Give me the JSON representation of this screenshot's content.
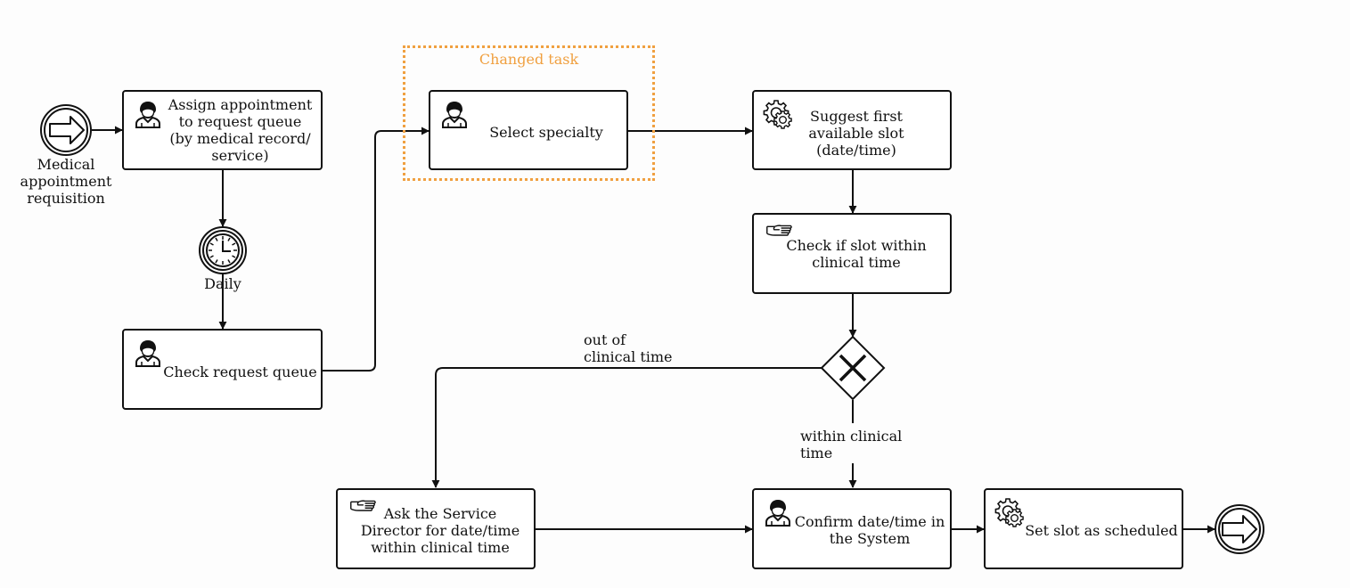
{
  "highlight": {
    "label": "Changed task",
    "color": "#f0a040"
  },
  "start_event": {
    "label": "Medical\nappointment\nrequisition",
    "icon": "arrow-right-icon"
  },
  "timer_event": {
    "label": "Daily",
    "icon": "clock-icon"
  },
  "end_event": {
    "icon": "arrow-right-icon"
  },
  "tasks": {
    "assign_queue": {
      "label": "Assign appointment\nto request queue\n(by medical record/\nservice)",
      "type": "user",
      "icon": "user-icon"
    },
    "check_queue": {
      "label": "Check request queue",
      "type": "user",
      "icon": "user-icon"
    },
    "select_specialty": {
      "label": "Select specialty",
      "type": "user",
      "icon": "user-icon"
    },
    "suggest_slot": {
      "label": "Suggest first\navailable slot\n(date/time)",
      "type": "service",
      "icon": "gear-icon"
    },
    "check_slot": {
      "label": "Check if slot within\nclinical time",
      "type": "manual",
      "icon": "hand-icon"
    },
    "ask_director": {
      "label": "Ask the Service\nDirector for date/time\nwithin clinical time",
      "type": "manual",
      "icon": "hand-icon"
    },
    "confirm_datetime": {
      "label": "Confirm date/time in\nthe System",
      "type": "user",
      "icon": "user-icon"
    },
    "set_scheduled": {
      "label": "Set slot as scheduled",
      "type": "service",
      "icon": "gear-icon"
    }
  },
  "gateway": {
    "type": "exclusive",
    "icon": "x-icon",
    "out_label": "out of\nclinical time",
    "in_label": "within clinical\ntime"
  }
}
